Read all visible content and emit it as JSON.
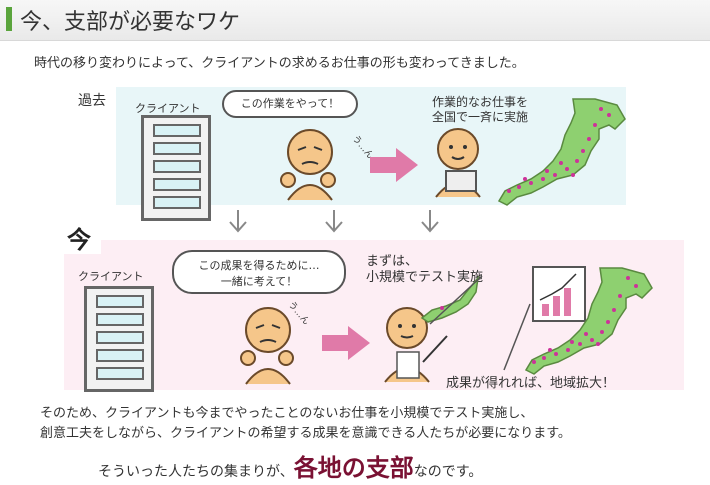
{
  "header": {
    "title": "今、支部が必要なワケ",
    "accent_color": "#5aa43c"
  },
  "intro": "時代の移り変わりによって、クライアントの求めるお仕事の形も変わってきました。",
  "past": {
    "label": "過去",
    "client_label": "クライアント",
    "bubble": "この作業をやって！",
    "sweat": "う…ん",
    "caption_line1": "作業的なお仕事を",
    "caption_line2": "全国で一斉に実施"
  },
  "now": {
    "label": "今",
    "client_label": "クライアント",
    "bubble_line1": "この成果を得るために…",
    "bubble_line2": "一緒に考えて！",
    "sweat": "う…ん",
    "caption_line1": "まずは、",
    "caption_line2": "小規模でテスト実施",
    "result": "成果が得れれば、地域拡大！"
  },
  "bottom": {
    "line1": "そのため、クライアントも今までやったことのないお仕事を小規模でテスト実施し、",
    "line2": "創意工夫をしながら、クライアントの希望する成果を意識できる人たちが必要になります。",
    "final_pre": "そういった人たちの集まりが、",
    "final_em": "各地の支部",
    "final_post": "なのです。"
  },
  "colors": {
    "past_bg": "#e8f6f8",
    "now_bg": "#fdeef4",
    "emphasis": "#7a1133",
    "arrow": "#e07aa8",
    "map_green": "#8ed070",
    "map_dots": "#cc3399"
  }
}
